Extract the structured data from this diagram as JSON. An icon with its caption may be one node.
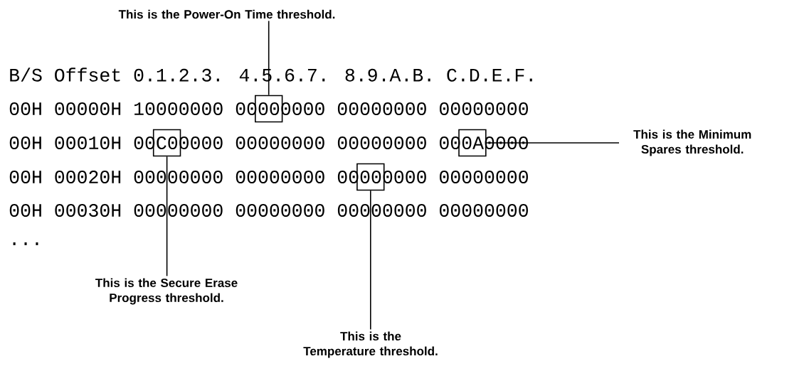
{
  "diagram": {
    "nodes": [
      {
        "text": [
          "This is the Power-On Time threshold."
        ]
      },
      {
        "text": [],
        "shape": "box"
      },
      {
        "text": [],
        "shape": "box"
      },
      {
        "text": [],
        "shape": "box"
      },
      {
        "text": [
          "This is the Minimum Spares threshold."
        ]
      },
      {
        "text": [],
        "shape": "box"
      },
      {
        "text": [
          "This is the Secure Erase Progress threshold."
        ]
      },
      {
        "text": [
          "This is the Temperature threshold."
        ]
      }
    ],
    "edges": [
      {
        "from": 0,
        "to": 1,
        "arrow": "none"
      },
      {
        "from": 4,
        "to": 3,
        "arrow": "none"
      },
      {
        "from": 6,
        "to": 2,
        "arrow": "none"
      },
      {
        "from": 7,
        "to": 5,
        "arrow": "none"
      }
    ],
    "labels": [
      "B/S Offset 0.1.2.3. 4.5.6.7. 8.9.A.B. C.D.E.F.",
      "00H 00000H 10000000 00000000 00000000 00000000",
      "00H 00010H 00C00000 00000000 00000000 000A0000",
      "00H 00020H 00000000 00000000 00000000 00000000",
      "00H 00030H 00000000 00000000 00000000 00000000",
      "..."
    ]
  }
}
